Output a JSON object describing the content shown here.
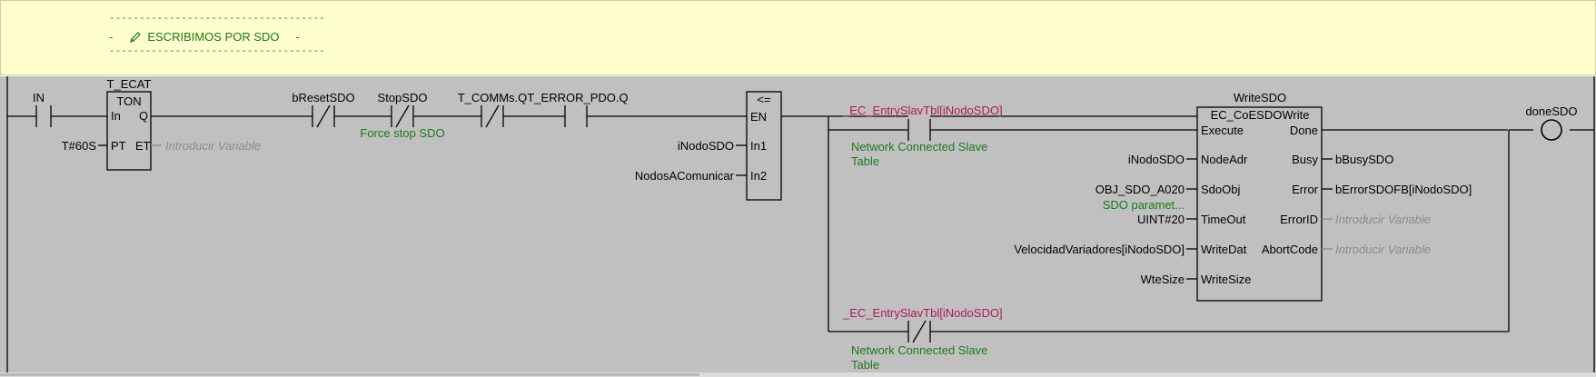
{
  "comment": {
    "dash_line": "------------------------------------",
    "lead_dash": "-",
    "text": "ESCRIBIMOS POR SDO",
    "trail_dash": "-",
    "icon": "pencil-icon"
  },
  "ladder": {
    "contact_in": "IN",
    "timer": {
      "instance": "T_ECAT",
      "type": "TON",
      "in_pin": "In",
      "q_pin": "Q",
      "pt_pin": "PT",
      "et_pin": "ET",
      "pt_value": "T#60S",
      "et_value": "Introducir Variable"
    },
    "contact_breset": "bResetSDO",
    "contact_stopsdo": "StopSDO",
    "stopsdo_comment": "Force stop SDO",
    "contact_tcomms": "T_COMMs.Q",
    "contact_terror": "T_ERROR_PDO.Q",
    "compare": {
      "op": "<=",
      "en_pin": "EN",
      "in1_pin": "In1",
      "in2_pin": "In2",
      "in1_value": "iNodoSDO",
      "in2_value": "NodosAComunicar"
    },
    "contact_entry_top": "_EC_EntrySlavTbl[iNodoSDO]",
    "contact_entry_top_comment_1": "Network Connected Slave",
    "contact_entry_top_comment_2": "Table",
    "contact_entry_bottom": "_EC_EntrySlavTbl[iNodoSDO]",
    "contact_entry_bottom_comment_1": "Network Connected Slave",
    "contact_entry_bottom_comment_2": "Table",
    "fb": {
      "instance": "WriteSDO",
      "type": "EC_CoESDOWrite",
      "inputs": [
        "Execute",
        "NodeAdr",
        "SdoObj",
        "TimeOut",
        "WriteDat",
        "WriteSize"
      ],
      "outputs": [
        "Done",
        "Busy",
        "Error",
        "ErrorID",
        "AbortCode"
      ],
      "in_values": [
        "iNodoSDO",
        "OBJ_SDO_A020",
        "UINT#20",
        "VelocidadVariadores[iNodoSDO]",
        "WteSize"
      ],
      "sdoobj_comment": "SDO paramet...",
      "out_values": [
        "bBusySDO",
        "bErrorSDOFB[iNodoSDO]",
        "Introducir Variable",
        "Introducir Variable"
      ]
    },
    "coil": "doneSDO"
  },
  "colors": {
    "rung_bg": "#c0c0c0",
    "comment_bg": "#fffece",
    "comment_text": "#1a7a1a",
    "variable_magenta": "#b0185a",
    "placeholder_gray": "#8a8a8a"
  }
}
